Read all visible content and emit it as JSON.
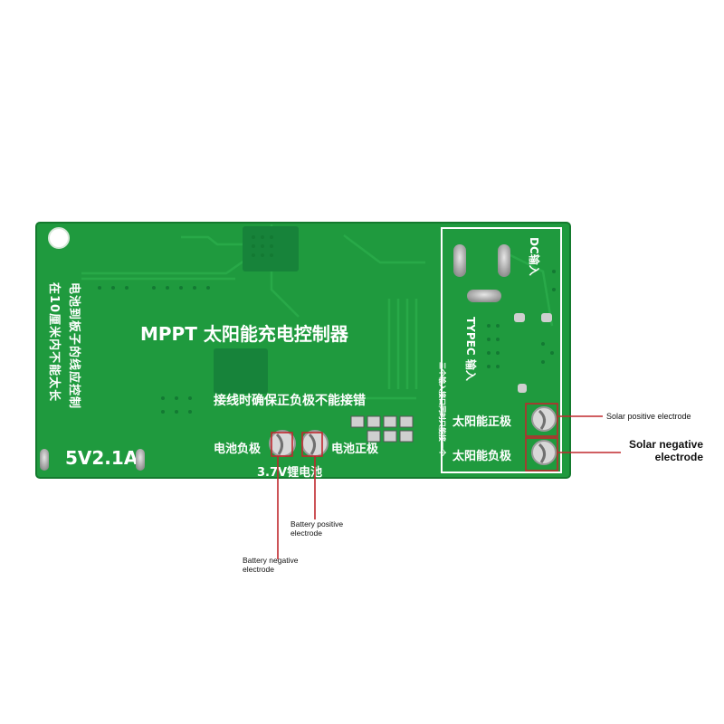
{
  "board": {
    "title": "MPPT 太阳能充电控制器",
    "side_note_line1": "电池到板子的线应控制",
    "side_note_line2": "在10厘米内不能太长",
    "wiring_warning": "接线时确保正负极不能接错",
    "rating": "5V2.1A",
    "battery_negative_silk": "电池负极",
    "battery_positive_silk": "电池正极",
    "battery_label": "3.7V锂电池",
    "solar_positive_silk": "太阳能正极",
    "solar_negative_silk": "太阳能负极",
    "dc_input": "DC输入",
    "typec_input": "TYPEC 输入",
    "input_note": "三个输入接口同时只能接一个",
    "colors": {
      "pcb": "#1f9a3e",
      "silk": "#ffffff",
      "annotation_line": "#c0282d"
    }
  },
  "annotations": {
    "solar_positive": "Solar positive electrode",
    "solar_negative_line1": "Solar negative",
    "solar_negative_line2": "electrode",
    "battery_positive_line1": "Battery positive",
    "battery_positive_line2": "electrode",
    "battery_negative_line1": "Battery negative",
    "battery_negative_line2": "electrode"
  }
}
